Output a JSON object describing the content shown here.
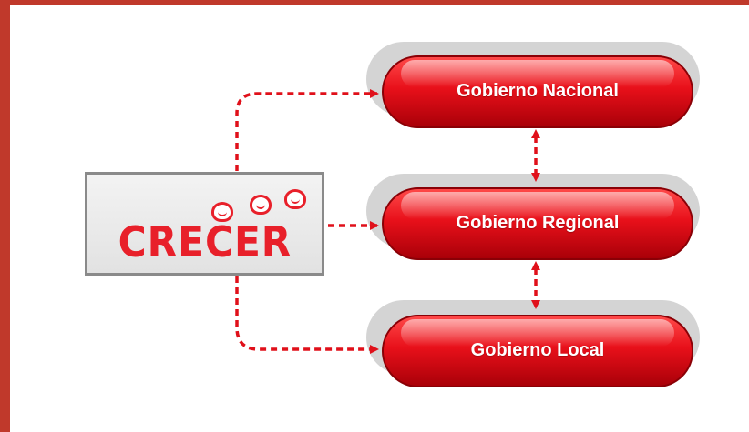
{
  "diagram": {
    "source": {
      "label": "CRECER",
      "icon": "children-faces-icon",
      "color": "#e8202a"
    },
    "targets": [
      {
        "label": "Gobierno Nacional"
      },
      {
        "label": "Gobierno Regional"
      },
      {
        "label": "Gobierno Local"
      }
    ],
    "colors": {
      "frame": "#c0392b",
      "pill_red": "#e8101a",
      "pill_dark": "#9e0008",
      "arrow": "#e0101a",
      "shadow": "#cfcfcf"
    }
  }
}
